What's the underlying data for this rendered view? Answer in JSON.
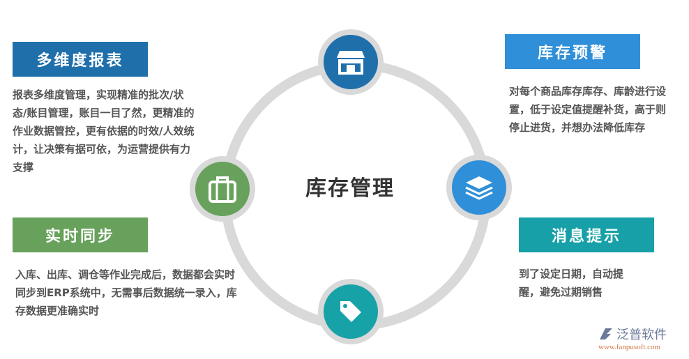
{
  "center_title": "库存管理",
  "sections": [
    {
      "title": "多维度报表",
      "desc": "报表多维度管理，实现精准的批次/状态/账目管理，账目一目了然，更精准的作业数据管控，更有依据的时效/人效统计，让决策有据可依，为运营提供有力支撑",
      "color": "#1f6fab"
    },
    {
      "title": "库存预警",
      "desc": "对每个商品库存库存、库龄进行设置，低于设定值提醒补货，高于则停止进货，并想办法降低库存",
      "color": "#2f8fd8"
    },
    {
      "title": "实时同步",
      "desc": "入库、出库、调仓等作业完成后，数据都会实时同步到ERP系统中，无需事后数据统一录入，库存数据更准确实时",
      "color": "#67a15b"
    },
    {
      "title": "消息提示",
      "desc": "到了设定日期，自动提醒，避免过期销售",
      "color": "#17a0a7"
    }
  ],
  "logo": {
    "name": "泛普软件",
    "url": "www.fanpusoft.com"
  }
}
